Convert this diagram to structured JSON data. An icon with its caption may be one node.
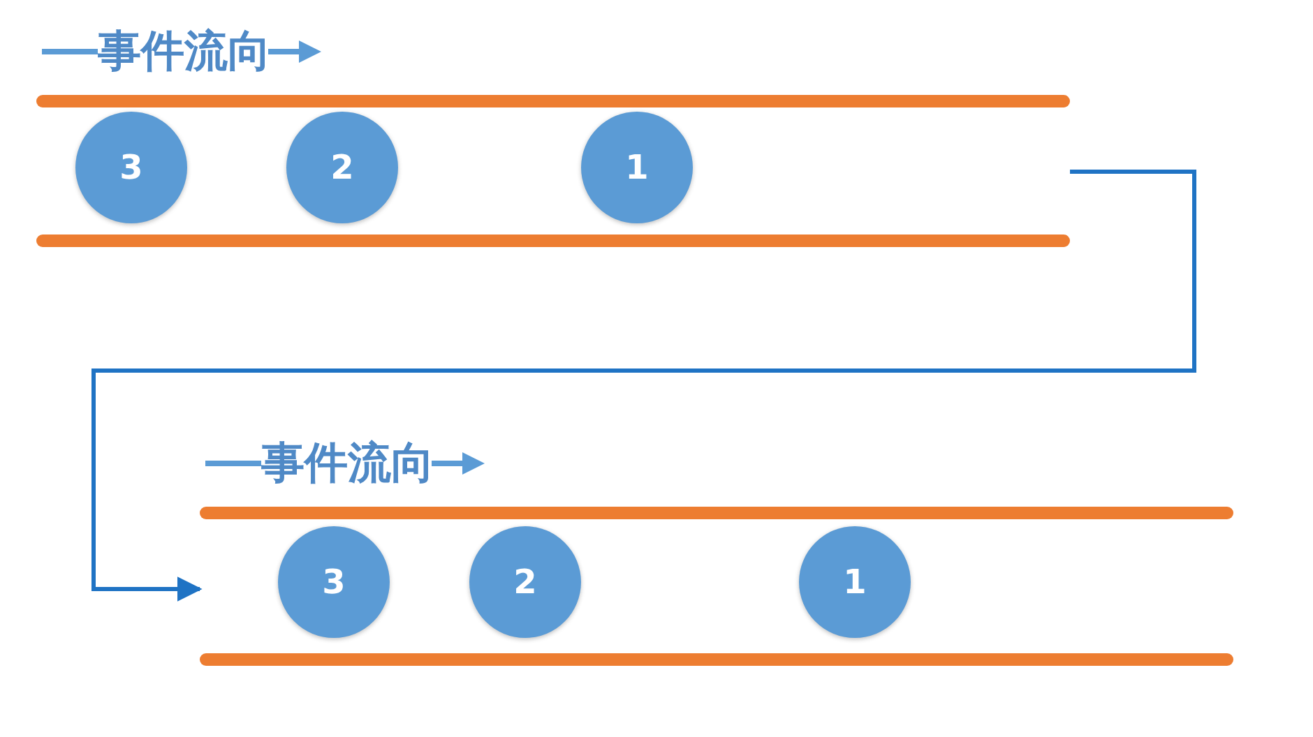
{
  "diagram": {
    "nodes": [
      {
        "text": [
          "事件流向"
        ]
      },
      {
        "text": [
          "3"
        ],
        "in": 0
      },
      {
        "text": [
          "2"
        ],
        "in": 0
      },
      {
        "text": [
          "1"
        ],
        "in": 0
      },
      {
        "text": [
          "事件流向"
        ]
      },
      {
        "text": [
          "3"
        ],
        "in": 4
      },
      {
        "text": [
          "2"
        ],
        "in": 4
      },
      {
        "text": [
          "1"
        ],
        "in": 4
      }
    ],
    "edges": [
      {
        "from": 0,
        "to": 4,
        "arrow": "to"
      }
    ]
  }
}
